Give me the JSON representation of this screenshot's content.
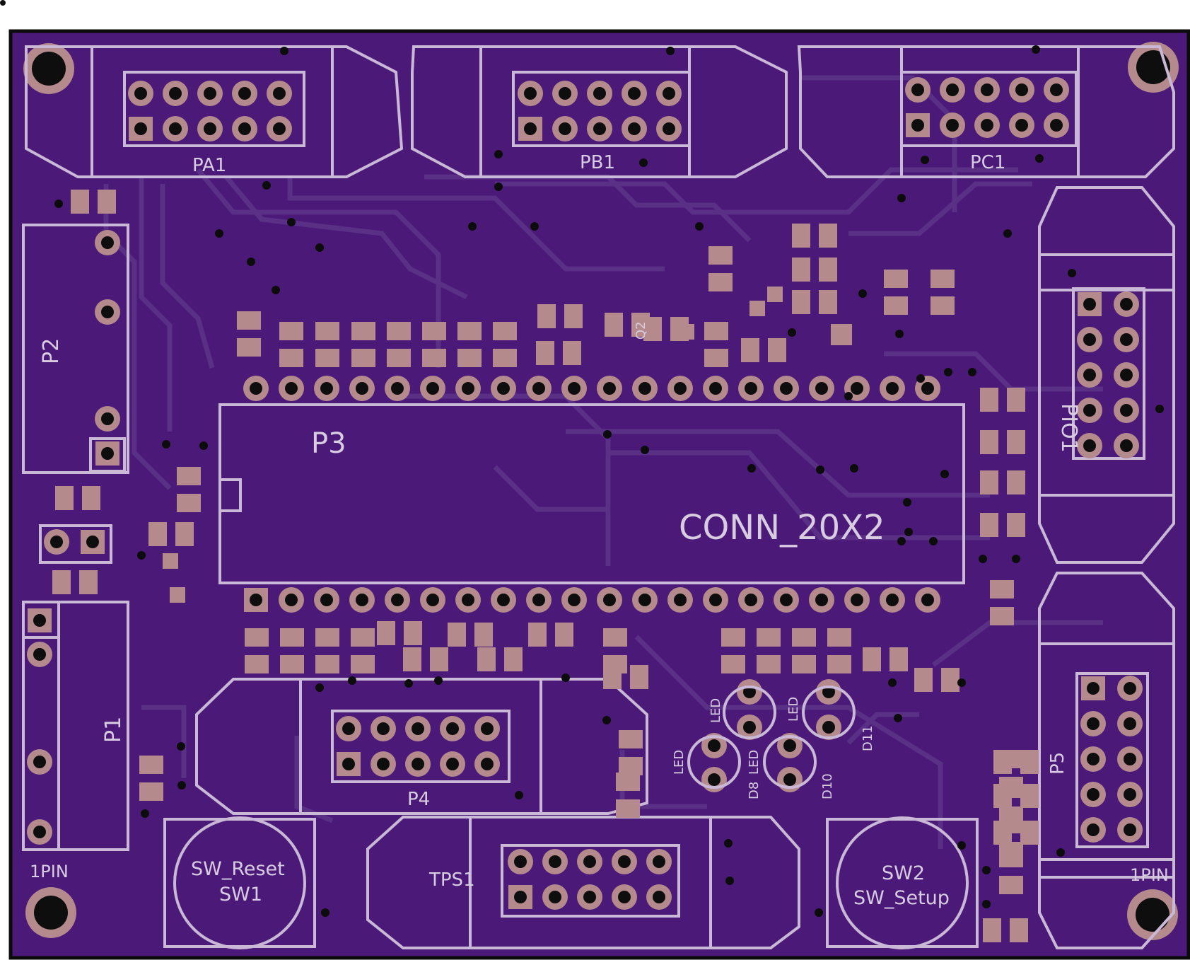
{
  "board": {
    "colors": {
      "substrate": "#4b1a79",
      "outline": "#0b0b0b",
      "silkscreen": "#c9b8d6",
      "trace": "#5a2f86",
      "pad": "#b48a8c",
      "via": "#0c0c0c",
      "drill": "#0e0e0e"
    }
  },
  "labels": {
    "pa1": "PA1",
    "pb1": "PB1",
    "pc1": "PC1",
    "p2": "P2",
    "p3": "P3",
    "conn": "CONN_20X2",
    "pio1": "PIO1",
    "p1": "P1",
    "p4": "P4",
    "p5": "P5",
    "tps1": "TPS1",
    "sw_reset": "SW_Reset",
    "sw1": "SW1",
    "sw2": "SW2",
    "sw_setup": "SW_Setup",
    "onepin_left": "1PIN",
    "onepin_right": "1PIN",
    "led_a": "LED",
    "led_b": "LED",
    "led_c": "LED",
    "led_d": "LED",
    "d8": "D8",
    "d10": "D10",
    "d11": "D11",
    "q2": "Q2"
  }
}
